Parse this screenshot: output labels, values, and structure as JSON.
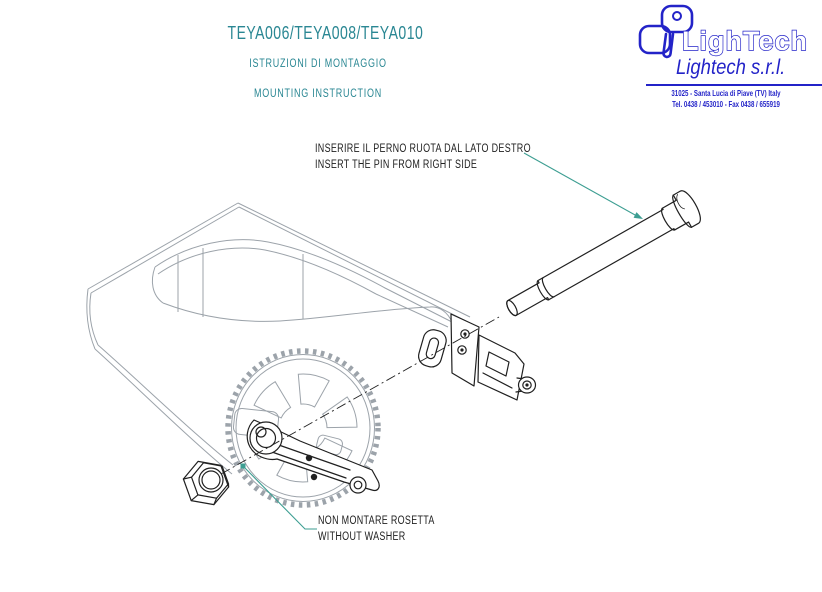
{
  "header": {
    "model_codes": "TEYA006/TEYA008/TEYA010",
    "subtitle_it": "ISTRUZIONI DI MONTAGGIO",
    "subtitle_en": "MOUNTING INSTRUCTION"
  },
  "logo": {
    "wordmark": "LighTech",
    "company": "Lightech s.r.l.",
    "address": "31025 - Santa Lucia di Piave (TV) Italy",
    "phone_fax": "Tel. 0438 / 453010 - Fax 0438 / 655919"
  },
  "annotations": {
    "pin_note_it": "INSERIRE IL PERNO RUOTA DAL LATO DESTRO",
    "pin_note_en": "INSERT THE PIN FROM RIGHT SIDE",
    "washer_note_it": "NON MONTARE ROSETTA",
    "washer_note_en": "WITHOUT WASHER"
  },
  "diagram": {
    "parts": [
      "swingarm",
      "chain-sprocket",
      "left-chain-adjuster",
      "right-chain-adjuster",
      "wheel-axle-pin",
      "axle-nut"
    ]
  },
  "colors": {
    "title_teal": "#2A8793",
    "leader_teal": "#3D9E92",
    "logo_blue": "#2323C8",
    "drawing_gray": "#9CA3AA",
    "drawing_dark": "#202020"
  }
}
